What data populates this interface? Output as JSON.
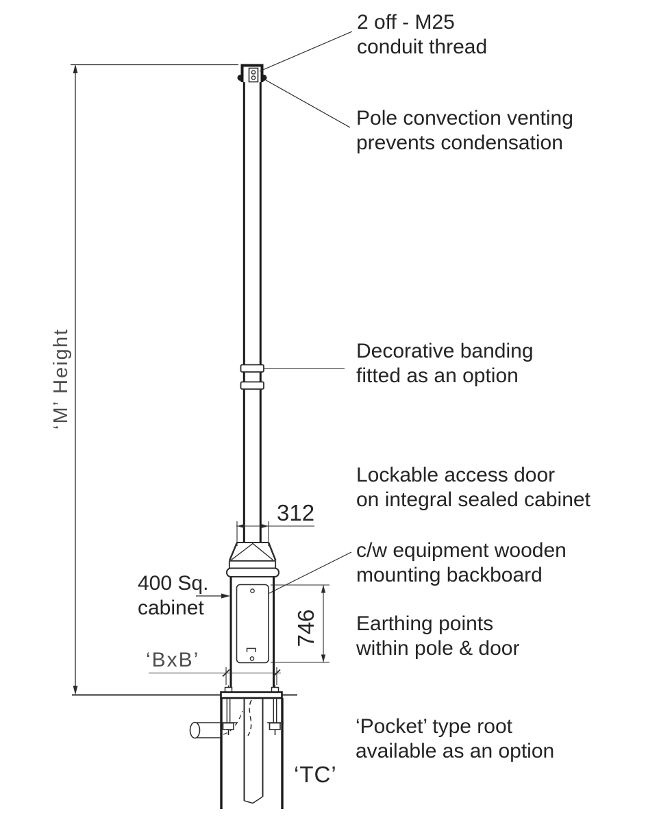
{
  "labels": {
    "conduit_thread": "2 off - M25\nconduit thread",
    "convection_venting": "Pole convection venting\nprevents condensation",
    "decorative_banding": "Decorative banding\nfitted as an option",
    "lockable_door": "Lockable access door\non integral sealed cabinet",
    "backboard": "c/w equipment wooden\nmounting backboard",
    "earthing": "Earthing points\nwithin pole & door",
    "pocket_root": "‘Pocket’ type root\navailable as an option",
    "cabinet": "400 Sq.\ncabinet"
  },
  "dimensions": {
    "height_label": "‘M’  Height",
    "pole_base_width": "312",
    "door_height": "746",
    "base_width": "‘BxB’",
    "root_section": "‘TC’"
  },
  "colors": {
    "background": "#ffffff",
    "line": "#2b2b2b",
    "heavy_line": "#1a1a1a",
    "text": "#242424",
    "light_text": "#4d4d4d"
  }
}
